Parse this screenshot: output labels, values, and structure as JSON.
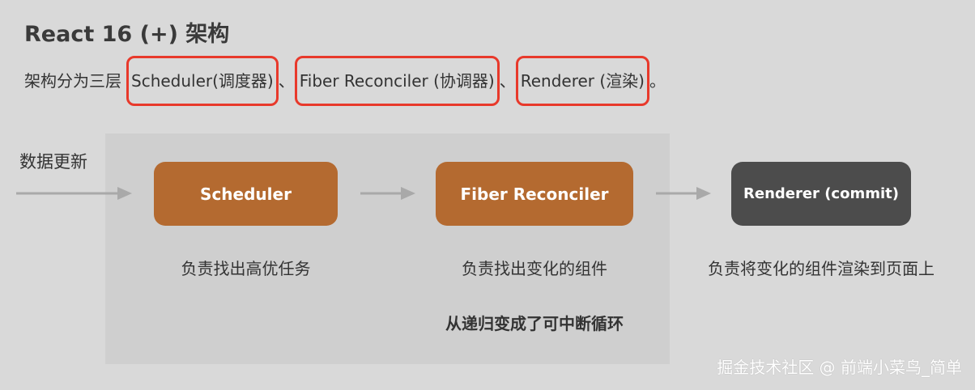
{
  "title": "React 16 (+) 架构",
  "description": {
    "prefix": "架构分为三层",
    "highlight_1": "Scheduler(调度器)",
    "separator_1": "、",
    "highlight_2": "Fiber Reconciler (协调器)",
    "separator_2": "、",
    "highlight_3": "Renderer (渲染)",
    "suffix": "。"
  },
  "diagram": {
    "input_label": "数据更新",
    "nodes": [
      {
        "label": "Scheduler",
        "caption": "负责找出高优任务"
      },
      {
        "label": "Fiber Reconciler",
        "caption": "负责找出变化的组件"
      },
      {
        "label": "Renderer (commit)",
        "caption": "负责将变化的组件渲染到页面上"
      }
    ],
    "note": "从递归变成了可中断循环"
  },
  "watermark": "掘金技术社区 @ 前端小菜鸟_简单",
  "colors": {
    "background": "#d9d9d9",
    "panel": "#cfcfcf",
    "orange_box": "#b46a30",
    "dark_box": "#4c4c4c",
    "highlight_border": "#e8392b",
    "arrow": "#a9a9a9"
  }
}
